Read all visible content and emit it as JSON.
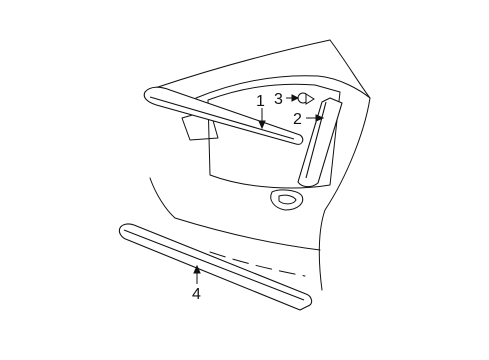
{
  "diagram": {
    "callouts": [
      {
        "id": "1",
        "label": "1"
      },
      {
        "id": "2",
        "label": "2"
      },
      {
        "id": "3",
        "label": "3"
      },
      {
        "id": "4",
        "label": "4"
      }
    ],
    "colors": {
      "line": "#111111",
      "fill": "#ffffff"
    }
  }
}
